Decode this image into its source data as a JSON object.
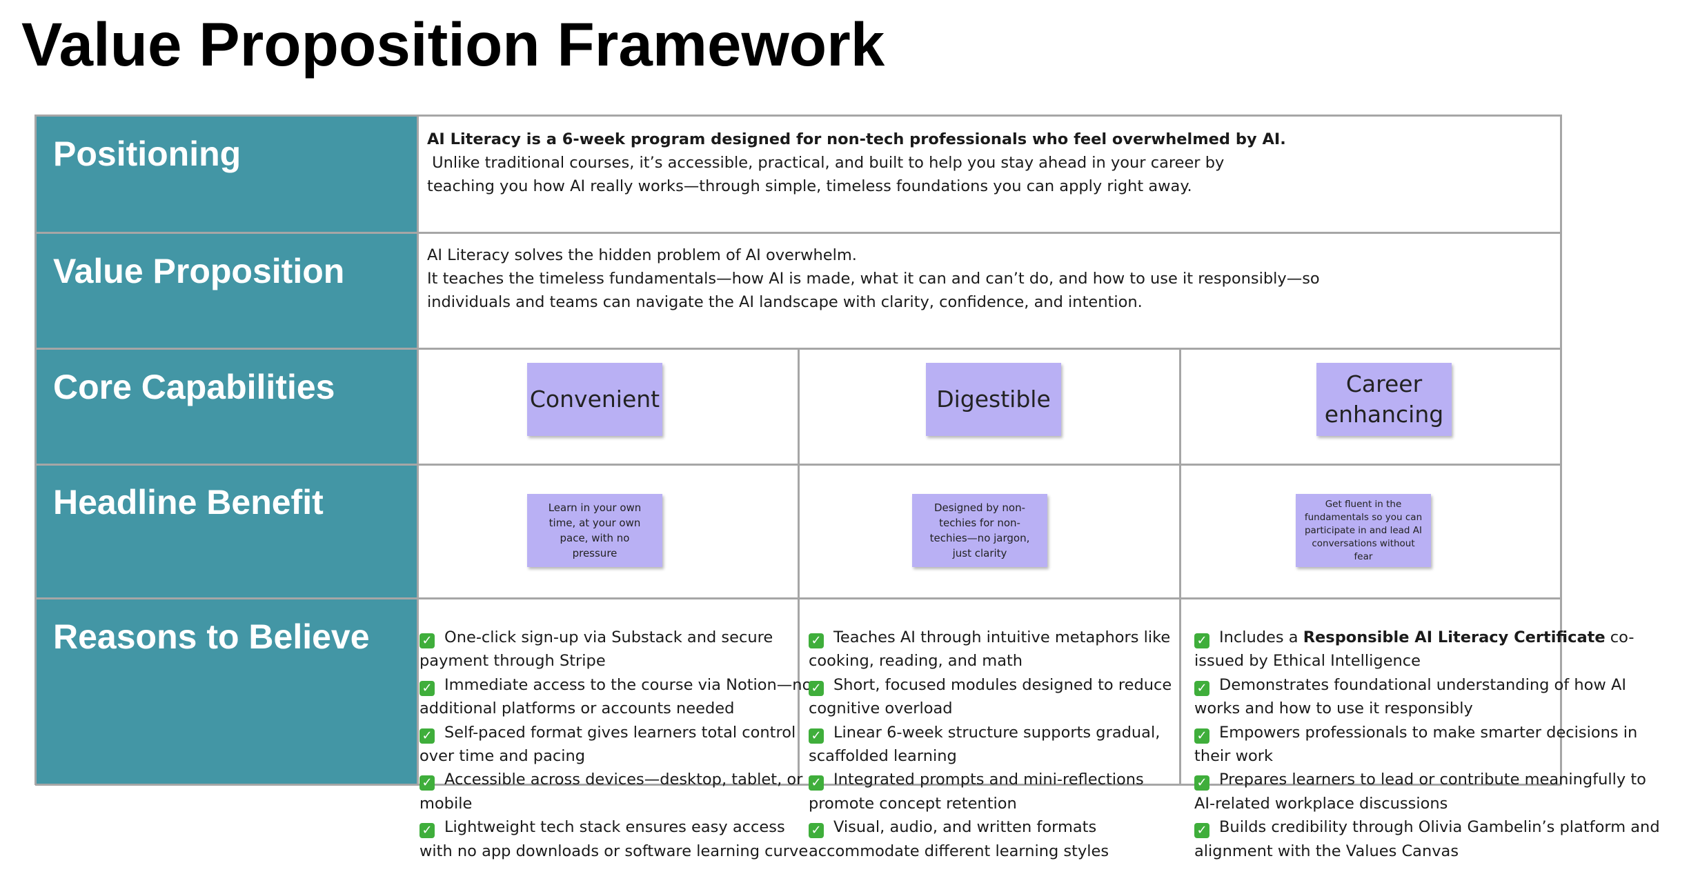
{
  "page": {
    "title": "Value Proposition Framework"
  },
  "rows": {
    "positioning": "Positioning",
    "value_proposition": "Value Proposition",
    "core_capabilities": "Core Capabilities",
    "headline_benefit": "Headline Benefit",
    "reasons_to_believe": "Reasons to Believe"
  },
  "positioning": {
    "bold_line": "AI Literacy is a 6-week program designed for non-tech professionals who feel overwhelmed by AI.",
    "line2": " Unlike traditional courses, it’s accessible, practical, and built to help you stay ahead in your career by",
    "line3": "teaching you how AI really works—through simple, timeless foundations you can apply right away."
  },
  "value_proposition": {
    "line1": "AI Literacy solves the hidden problem of AI overwhelm.",
    "line2": "It teaches the timeless fundamentals—how AI is made, what it can and can’t do, and how to use it responsibly—so",
    "line3": "individuals and teams can navigate the AI landscape with clarity, confidence, and intention."
  },
  "capabilities": [
    {
      "label": "Convenient"
    },
    {
      "label": "Digestible"
    },
    {
      "label": "Career enhancing"
    }
  ],
  "benefits": [
    {
      "text": "Learn in your own time, at your own pace, with no pressure"
    },
    {
      "text": "Designed by non-techies for non-techies—no jargon, just clarity"
    },
    {
      "text": "Get fluent in the fundamentals so you can participate in and lead AI conversations without fear"
    }
  ],
  "check_icon": "check-mark-button-icon",
  "check_glyph": "✓",
  "check_color": "#3fae3b",
  "label_bg_color": "#4396a5",
  "sticky_color": "#b9b0f4",
  "reasons": {
    "col1": [
      "One-click sign-up via Substack and secure payment through Stripe",
      "Immediate access to the course via Notion—no additional platforms or accounts needed",
      "Self-paced format gives learners total control over time and pacing",
      "Accessible across devices—desktop, tablet, or mobile",
      "Lightweight tech stack ensures easy access with no app downloads or software learning curve"
    ],
    "col2": [
      "Teaches AI through intuitive metaphors like cooking, reading, and math",
      "Short, focused modules designed to reduce cognitive overload",
      "Linear 6-week structure supports gradual, scaffolded learning",
      "Integrated prompts and mini-reflections promote concept retention",
      "Visual, audio, and written formats accommodate different learning styles"
    ],
    "col3": {
      "item1_pre": "Includes a ",
      "item1_bold": "Responsible AI Literacy Certificate",
      "item1_post": " co-issued by Ethical Intelligence",
      "items": [
        "Demonstrates foundational understanding of how AI works and how to use it responsibly",
        "Empowers professionals to make smarter decisions in their work",
        "Prepares learners to lead or contribute meaningfully to AI-related workplace discussions",
        "Builds credibility through Olivia Gambelin’s platform and alignment with the Values Canvas"
      ]
    }
  }
}
